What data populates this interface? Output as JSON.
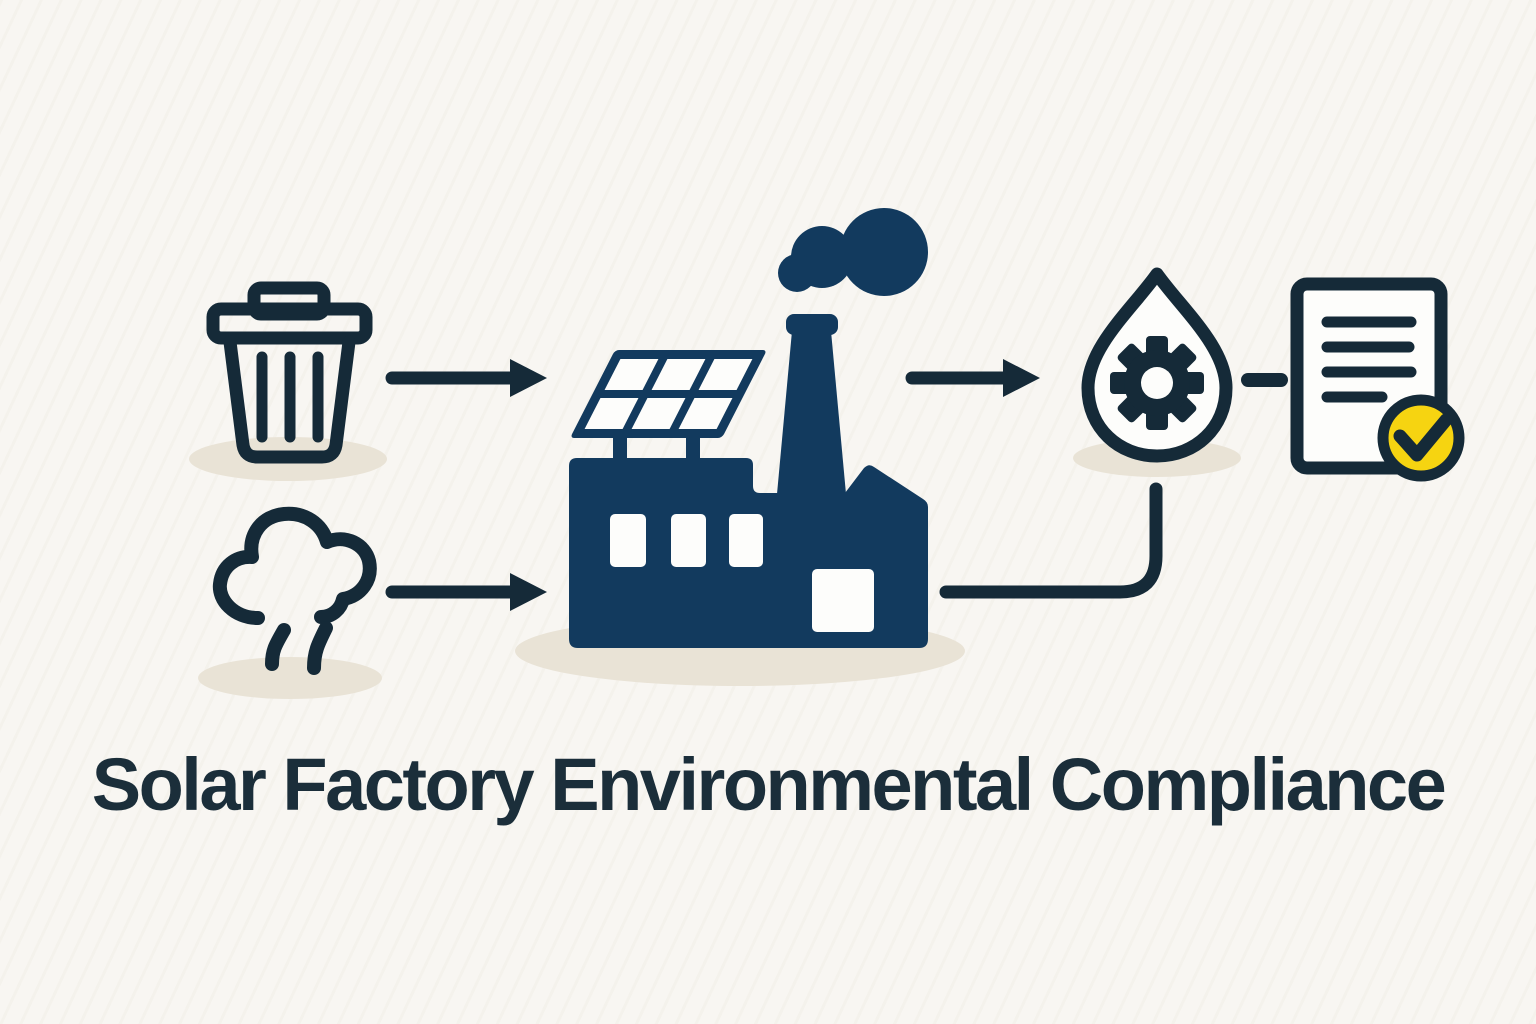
{
  "title": {
    "text": "Solar Factory Environmental Compliance"
  },
  "diagram": {
    "description_of_flow": [
      {
        "from": "trash-icon",
        "via": "arrow-right-icon",
        "to": "solar-factory-icon"
      },
      {
        "from": "steam-icon",
        "via": "arrow-right-icon",
        "to": "solar-factory-icon"
      },
      {
        "from": "solar-factory-icon",
        "via": "arrow-right-icon",
        "to": "water-drop-gear-icon"
      },
      {
        "from": "water-drop-gear-icon",
        "via": "dash-connector",
        "to": "document-check-icon"
      },
      {
        "from": "solar-factory-icon",
        "via": "elbow-connector",
        "to": "water-drop-gear-icon"
      }
    ],
    "icons": {
      "trash": "trash-icon",
      "steam": "steam-icon",
      "factory": "solar-factory-icon",
      "solar_panel": "solar-panel-icon",
      "smoke": "smoke-cloud-icon",
      "chimney": "chimney-icon",
      "water_drop": "water-drop-icon",
      "gear": "gear-icon",
      "document": "document-icon",
      "check": "check-circle-icon"
    }
  },
  "colors": {
    "bg": "#f8f6f2",
    "ink": "#152a38",
    "navy": "#123a5e",
    "shadow": "#e9e3d6",
    "yellow": "#f6d411",
    "paper": "#fdfdfb",
    "title": "#1b2e3a"
  }
}
